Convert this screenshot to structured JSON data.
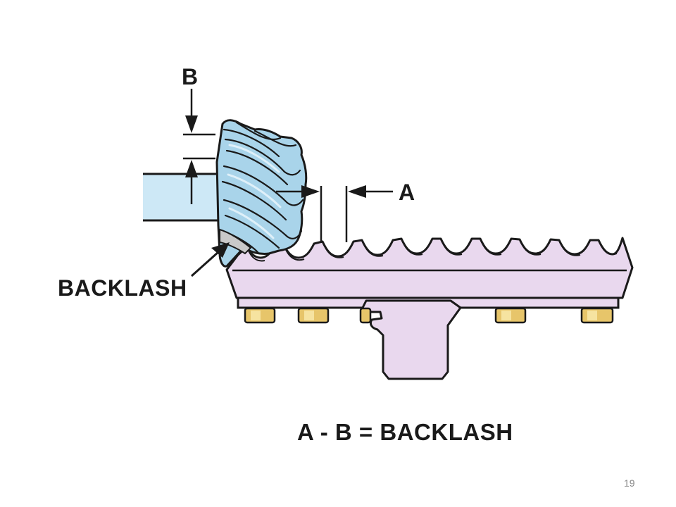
{
  "labels": {
    "b": "B",
    "a": "A",
    "backlash": "BACKLASH",
    "equation": "A - B = BACKLASH"
  },
  "page_number": "19",
  "colors": {
    "pinion_fill": "#a9d4ea",
    "pinion_stripe": "#8fc0dc",
    "block_fill": "#cde8f6",
    "rack_fill": "#e9d8ee",
    "rack_shadow": "#d9c5e0",
    "bolt_fill": "#e7c56a",
    "bolt_highlight": "#f6e3a0",
    "gap_fill": "#c9c9c9",
    "outline": "#1a1a1a"
  }
}
